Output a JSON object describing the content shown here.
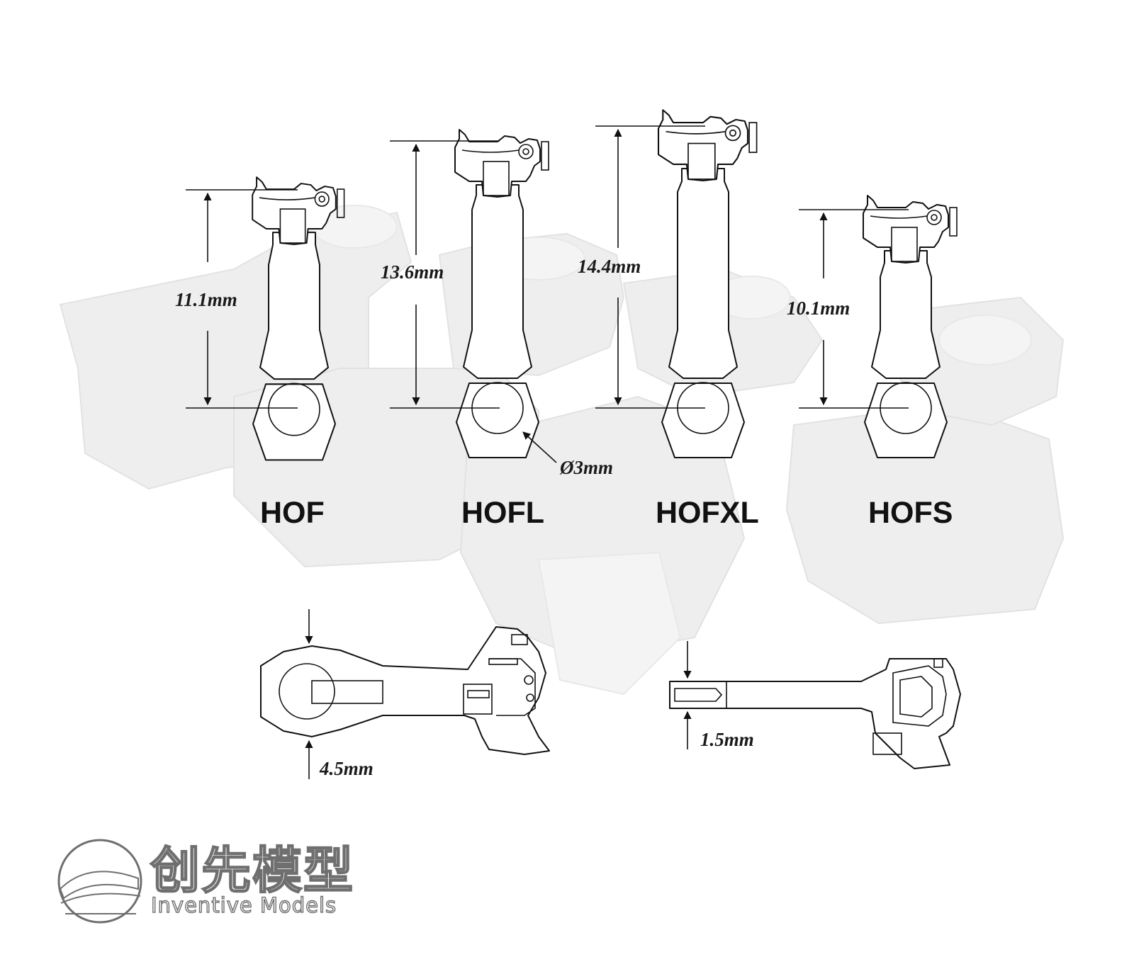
{
  "models": [
    {
      "id": "hof",
      "name": "HOF",
      "height": "11.1mm"
    },
    {
      "id": "hofl",
      "name": "HOFL",
      "height": "13.6mm"
    },
    {
      "id": "hofxl",
      "name": "HOFXL",
      "height": "14.4mm"
    },
    {
      "id": "hofs",
      "name": "HOFS",
      "height": "10.1mm"
    }
  ],
  "hole_diameter": "Ø3mm",
  "side_views": {
    "left_thickness": "4.5mm",
    "right_thickness": "1.5mm"
  },
  "brand": {
    "chinese_name": "创先模型",
    "english_name": "Inventive Models"
  }
}
